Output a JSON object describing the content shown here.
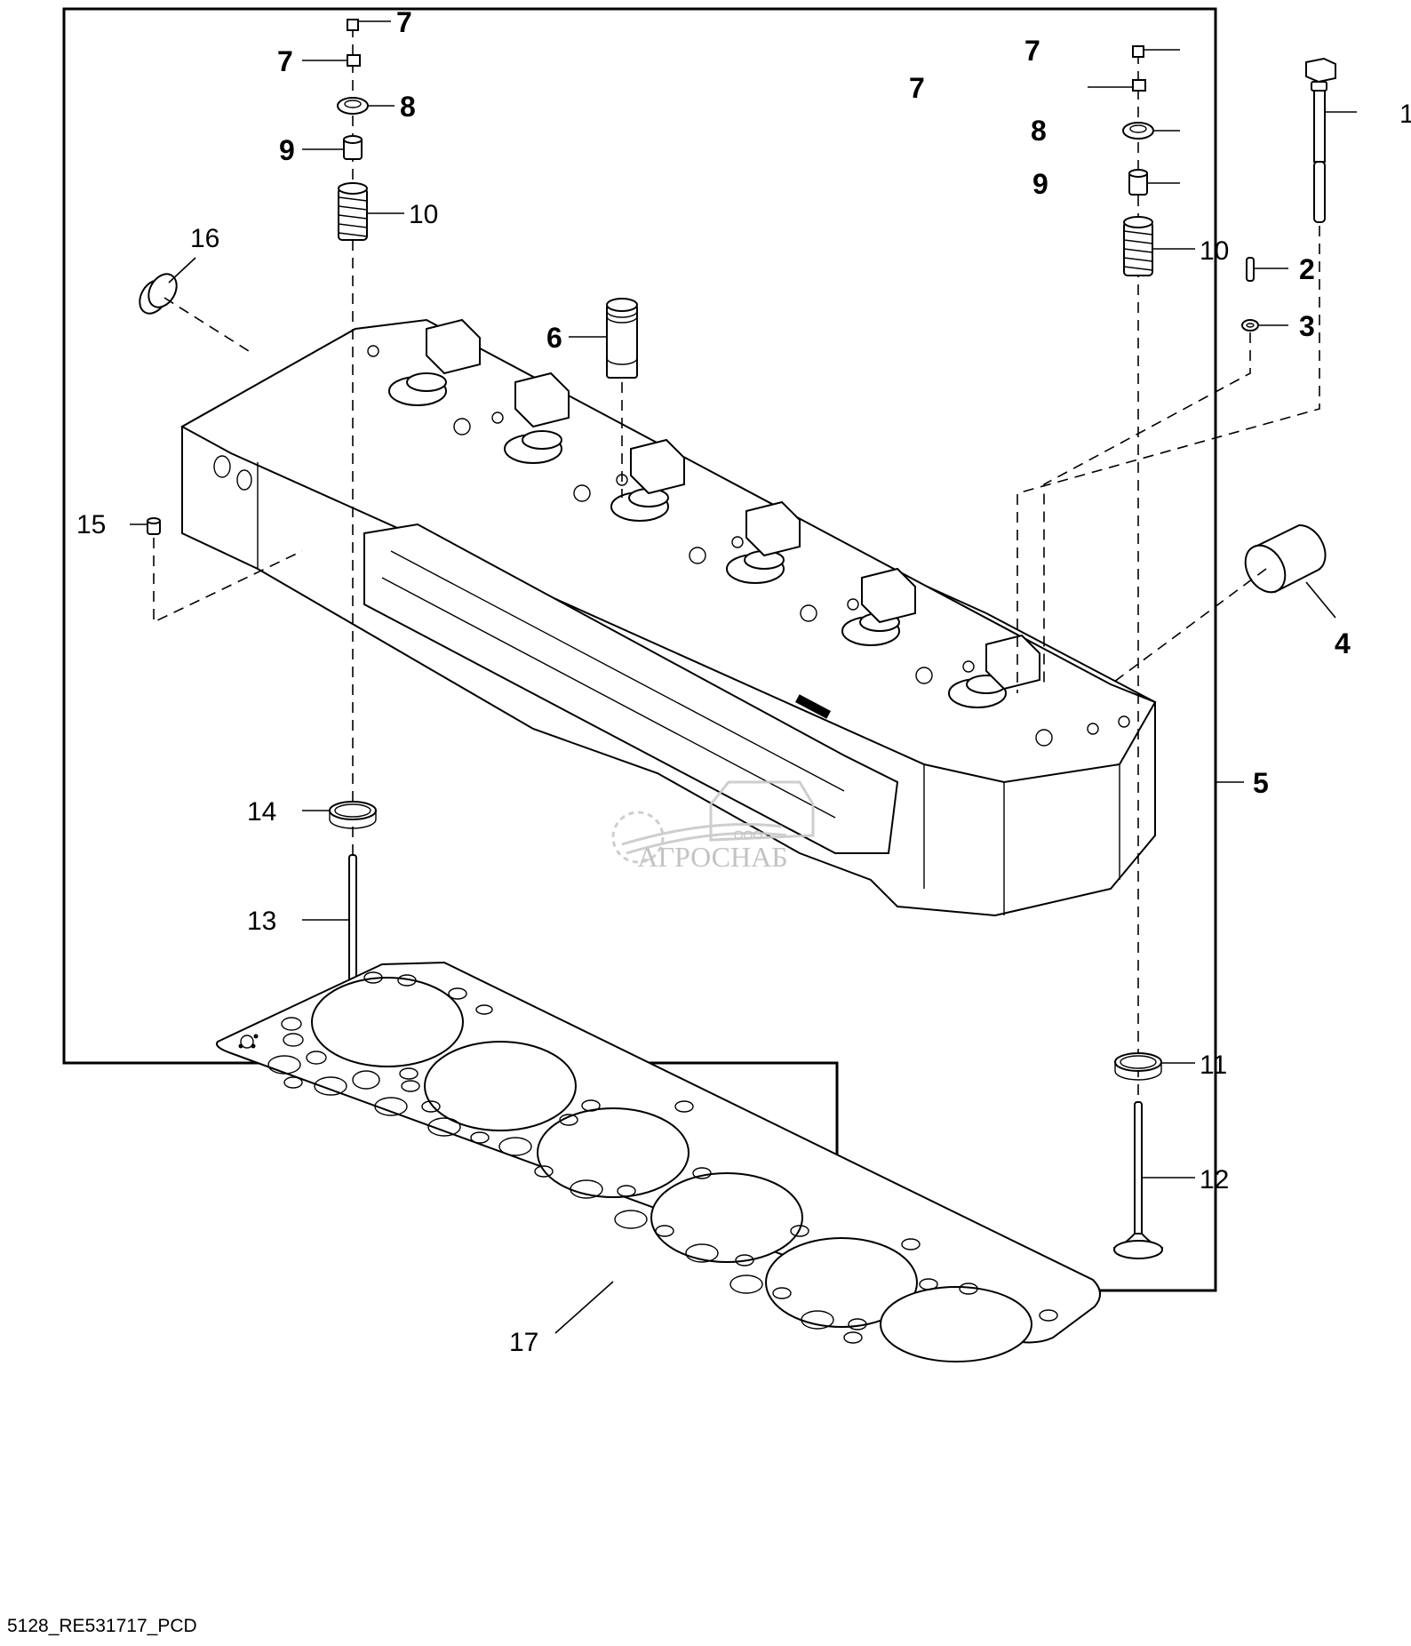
{
  "diagram": {
    "title_code": "5128_RE531717_PCD",
    "watermark": {
      "company_form": "ООО",
      "company_name": "АГРОСНАБ"
    },
    "colors": {
      "line": "#000000",
      "background": "#ffffff",
      "watermark": "#bdbdbd"
    },
    "callouts": [
      {
        "id": "c1",
        "label": "1"
      },
      {
        "id": "c2",
        "label": "2"
      },
      {
        "id": "c3",
        "label": "3"
      },
      {
        "id": "c4",
        "label": "4"
      },
      {
        "id": "c5",
        "label": "5"
      },
      {
        "id": "c6",
        "label": "6"
      },
      {
        "id": "c7a",
        "label": "7"
      },
      {
        "id": "c7b",
        "label": "7"
      },
      {
        "id": "c7c",
        "label": "7"
      },
      {
        "id": "c7d",
        "label": "7"
      },
      {
        "id": "c8a",
        "label": "8"
      },
      {
        "id": "c8b",
        "label": "8"
      },
      {
        "id": "c9a",
        "label": "9"
      },
      {
        "id": "c9b",
        "label": "9"
      },
      {
        "id": "c10a",
        "label": "10"
      },
      {
        "id": "c10b",
        "label": "10"
      },
      {
        "id": "c11",
        "label": "11"
      },
      {
        "id": "c12",
        "label": "12"
      },
      {
        "id": "c13",
        "label": "13"
      },
      {
        "id": "c14",
        "label": "14"
      },
      {
        "id": "c15",
        "label": "15"
      },
      {
        "id": "c16",
        "label": "16"
      },
      {
        "id": "c17",
        "label": "17"
      }
    ]
  }
}
